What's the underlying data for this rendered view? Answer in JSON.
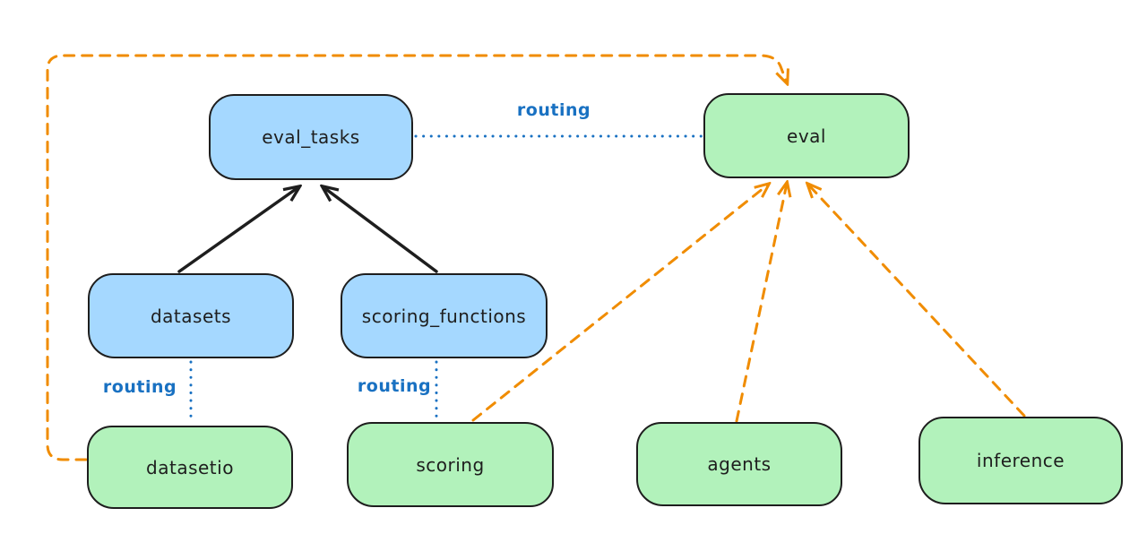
{
  "diagram": {
    "type": "architecture-routing-diagram",
    "colors": {
      "background": "#ffffff",
      "node_stroke": "#1e1e1e",
      "blue_node_fill": "#a5d8ff",
      "green_node_fill": "#b2f2bb",
      "routing_blue": "#1971c2",
      "provider_orange": "#f08c00"
    },
    "nodes": {
      "eval_tasks": {
        "label": "eval_tasks",
        "fill": "blue"
      },
      "eval": {
        "label": "eval",
        "fill": "green"
      },
      "datasets": {
        "label": "datasets",
        "fill": "blue"
      },
      "scoring_functions": {
        "label": "scoring_functions",
        "fill": "blue"
      },
      "datasetio": {
        "label": "datasetio",
        "fill": "green"
      },
      "scoring": {
        "label": "scoring",
        "fill": "green"
      },
      "agents": {
        "label": "agents",
        "fill": "green"
      },
      "inference": {
        "label": "inference",
        "fill": "green"
      }
    },
    "edge_labels": {
      "eval_tasks_to_eval": "routing",
      "datasets_to_datasetio": "routing",
      "scoring_functions_to_scoring": "routing"
    },
    "edges": [
      {
        "from": "datasets",
        "to": "eval_tasks",
        "style": "solid",
        "color": "black",
        "arrow": true
      },
      {
        "from": "scoring_functions",
        "to": "eval_tasks",
        "style": "solid",
        "color": "black",
        "arrow": true
      },
      {
        "from": "eval_tasks",
        "to": "eval",
        "style": "dotted",
        "color": "blue",
        "arrow": false,
        "label": "routing"
      },
      {
        "from": "datasets",
        "to": "datasetio",
        "style": "dotted",
        "color": "blue",
        "arrow": false,
        "label": "routing"
      },
      {
        "from": "scoring_functions",
        "to": "scoring",
        "style": "dotted",
        "color": "blue",
        "arrow": false,
        "label": "routing"
      },
      {
        "from": "datasetio",
        "to": "eval",
        "style": "dashed",
        "color": "orange",
        "arrow": true
      },
      {
        "from": "scoring",
        "to": "eval",
        "style": "dashed",
        "color": "orange",
        "arrow": true
      },
      {
        "from": "agents",
        "to": "eval",
        "style": "dashed",
        "color": "orange",
        "arrow": true
      },
      {
        "from": "inference",
        "to": "eval",
        "style": "dashed",
        "color": "orange",
        "arrow": true
      }
    ]
  }
}
